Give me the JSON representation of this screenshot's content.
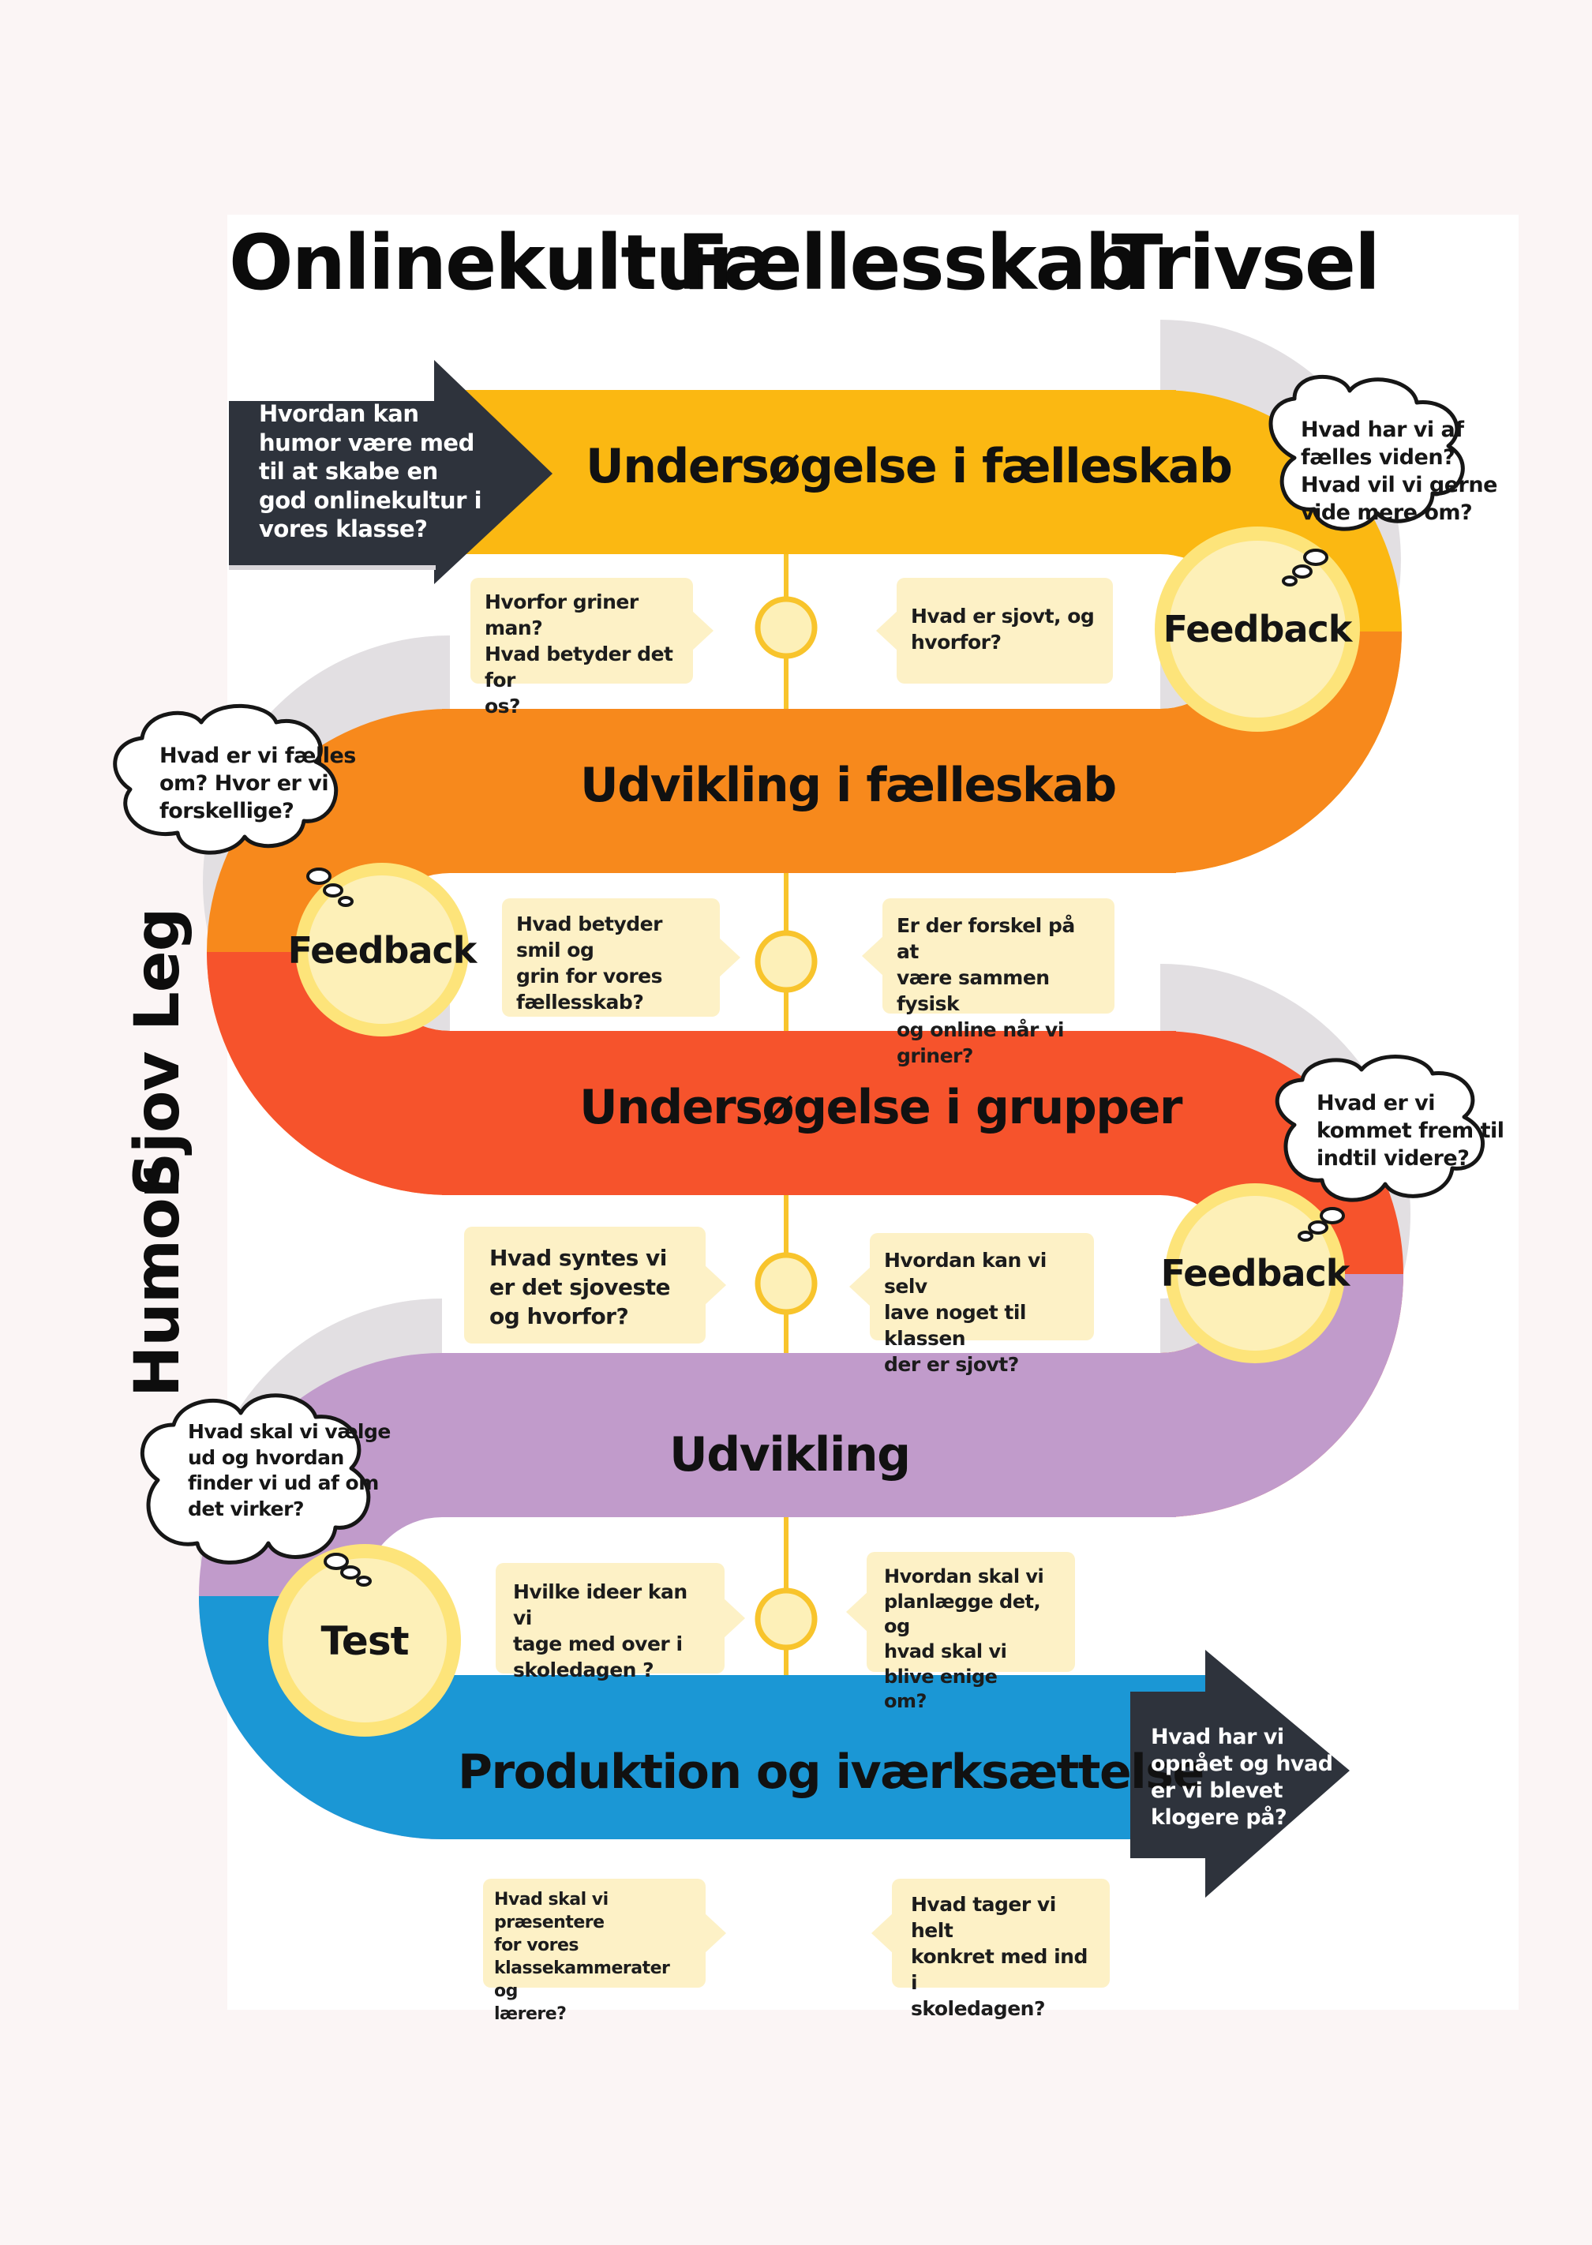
{
  "header": {
    "words": [
      "Onlinekultur",
      "Fællesskab",
      "Trivsel"
    ]
  },
  "side_labels": [
    "Humor",
    "Sjov",
    "Leg"
  ],
  "colors": {
    "band_1": "#fbb812",
    "band_2": "#f7891c",
    "band_3": "#f6532c",
    "band_4": "#c19bcb",
    "band_5": "#1b97d5",
    "circle_fill": "#fdf0b8",
    "circle_ring": "#fde47a",
    "connector": "#f8c42c",
    "note_fill": "#fdf1c6",
    "arrow_dark": "#2e333c"
  },
  "bands": [
    {
      "label": "Undersøgelse i fælleskab"
    },
    {
      "label": "Udvikling i fælleskab"
    },
    {
      "label": "Undersøgelse i grupper"
    },
    {
      "label": "Udvikling"
    },
    {
      "label": "Produktion og iværksættelse"
    }
  ],
  "start_arrow": {
    "text": [
      "Hvordan kan",
      "humor være med",
      "til at skabe en",
      "god onlinekultur i",
      "vores klasse?"
    ]
  },
  "end_arrow": {
    "text": [
      "Hvad har vi",
      "opnået og hvad",
      "er vi blevet",
      "klogere på?"
    ]
  },
  "feedback_circles": [
    {
      "label": "Feedback"
    },
    {
      "label": "Feedback"
    },
    {
      "label": "Feedback"
    },
    {
      "label": "Test"
    }
  ],
  "clouds": [
    {
      "text": [
        "Hvad har vi af",
        "fælles viden?",
        "Hvad vil vi gerne",
        "vide mere om?"
      ]
    },
    {
      "text": [
        "Hvad er vi fælles",
        "om? Hvor er vi",
        "forskellige?"
      ]
    },
    {
      "text": [
        "Hvad er vi",
        "kommet frem til",
        "indtil videre?"
      ]
    },
    {
      "text": [
        "Hvad skal vi vælge",
        "ud og hvordan",
        "finder vi ud af om",
        "det virker?"
      ]
    }
  ],
  "notes": [
    {
      "text": [
        "Hvorfor griner man?",
        "Hvad betyder det for",
        "os?"
      ]
    },
    {
      "text": [
        "Hvad er sjovt, og",
        "hvorfor?"
      ]
    },
    {
      "text": [
        "Hvad betyder smil og",
        "grin for vores",
        "fællesskab?"
      ]
    },
    {
      "text": [
        "Er der forskel på at",
        "være sammen fysisk",
        "og online når vi griner?"
      ]
    },
    {
      "text": [
        "Hvad syntes vi",
        "er det sjoveste",
        "og hvorfor?"
      ]
    },
    {
      "text": [
        "Hvordan kan vi selv",
        "lave noget til klassen",
        "der er sjovt?"
      ]
    },
    {
      "text": [
        "Hvilke ideer kan vi",
        "tage med over i",
        "skoledagen ?"
      ]
    },
    {
      "text": [
        "Hvordan skal vi",
        "planlægge det, og",
        "hvad skal vi blive enige",
        "om?"
      ]
    },
    {
      "text": [
        "Hvad skal vi præsentere",
        "for vores",
        "klassekammerater og",
        "lærere?"
      ]
    },
    {
      "text": [
        "Hvad tager vi helt",
        "konkret med ind i",
        "skoledagen?"
      ]
    }
  ]
}
